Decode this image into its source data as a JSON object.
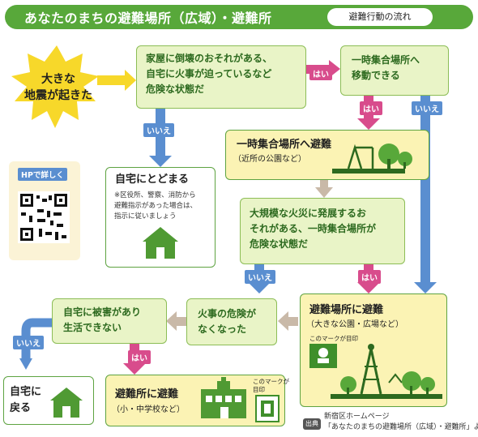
{
  "header": {
    "title": "あなたのまちの避難場所（広域）・避難所",
    "pill": "避難行動の流れ"
  },
  "start": {
    "line1": "大きな",
    "line2": "地震が起きた"
  },
  "danger_home": {
    "line1": "家屋に倒壊のおそれがある、",
    "line2": "自宅に火事が迫っているなど",
    "line3": "危険な状態だ"
  },
  "move_assembly": {
    "line1": "一時集合場所へ",
    "line2": "移動できる"
  },
  "evac_assembly": {
    "title": "一時集合場所へ避難",
    "note": "（近所の公園など）"
  },
  "stay_home": {
    "title": "自宅にとどまる",
    "line1": "※区役所、警察、消防から",
    "line2": "避難指示があった場合は、",
    "line3": "指示に従いましょう"
  },
  "qr": {
    "label": "HPで詳しく"
  },
  "fire_spread": {
    "line1": "大規模な火災に発展するお",
    "line2": "それがある、一時集合場所が",
    "line3": "危険な状態だ"
  },
  "evac_wide": {
    "title": "避難場所に避難",
    "note": "（大きな公園・広場など）",
    "mark_label": "このマークが目印"
  },
  "fire_gone": {
    "line1": "火事の危険が",
    "line2": "なくなった"
  },
  "home_damage": {
    "line1": "自宅に被害があり",
    "line2": "生活できない"
  },
  "return_home": {
    "line1": "自宅に",
    "line2": "戻る"
  },
  "shelter": {
    "title": "避難所に避難",
    "note": "（小・中学校など）",
    "mark_label1": "このマークが",
    "mark_label2": "目印"
  },
  "labels": {
    "yes": "はい",
    "no": "いいえ"
  },
  "source": {
    "tag": "出典",
    "line1": "新宿区ホームページ",
    "line2": "「あなたのまちの避難場所（広域）・避難所」より"
  },
  "colors": {
    "green": "#58a83a",
    "blue": "#5a8ed0",
    "pink": "#d84c8c",
    "gray": "#c9b9a8",
    "yellow": "#f7d82a"
  }
}
